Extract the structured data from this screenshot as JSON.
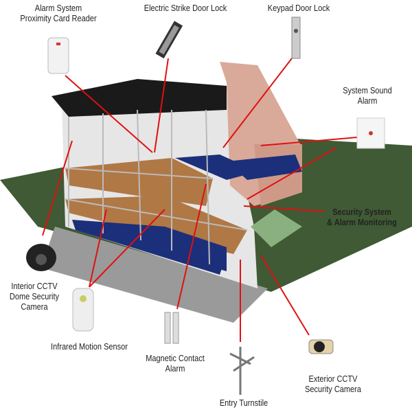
{
  "title": "Building security systems diagram",
  "colors": {
    "ground": "#3f5a34",
    "wall": "#e8e8e8",
    "brick": "#d9a99a",
    "floor": "#b07845",
    "blue": "#1c2f7a",
    "line": "#e01010",
    "roof": "#1a1a1a"
  },
  "labels": {
    "card_reader": [
      "Alarm System",
      "Proximity Card Reader"
    ],
    "strike_lock": [
      "Electric Strike Door Lock"
    ],
    "keypad_lock": [
      "Keypad Door Lock"
    ],
    "sound_alarm": [
      "System Sound",
      "Alarm"
    ],
    "monitoring": [
      "Security System",
      "& Alarm Monitoring"
    ],
    "dome_camera": [
      "Interior CCTV",
      "Dome Security",
      "Camera"
    ],
    "motion_sensor": [
      "Infrared Motion Sensor"
    ],
    "magnetic_contact": [
      "Magnetic Contact",
      "Alarm"
    ],
    "turnstile": [
      "Entry Turnstile"
    ],
    "exterior_camera": [
      "Exterior CCTV",
      "Security Camera"
    ]
  }
}
